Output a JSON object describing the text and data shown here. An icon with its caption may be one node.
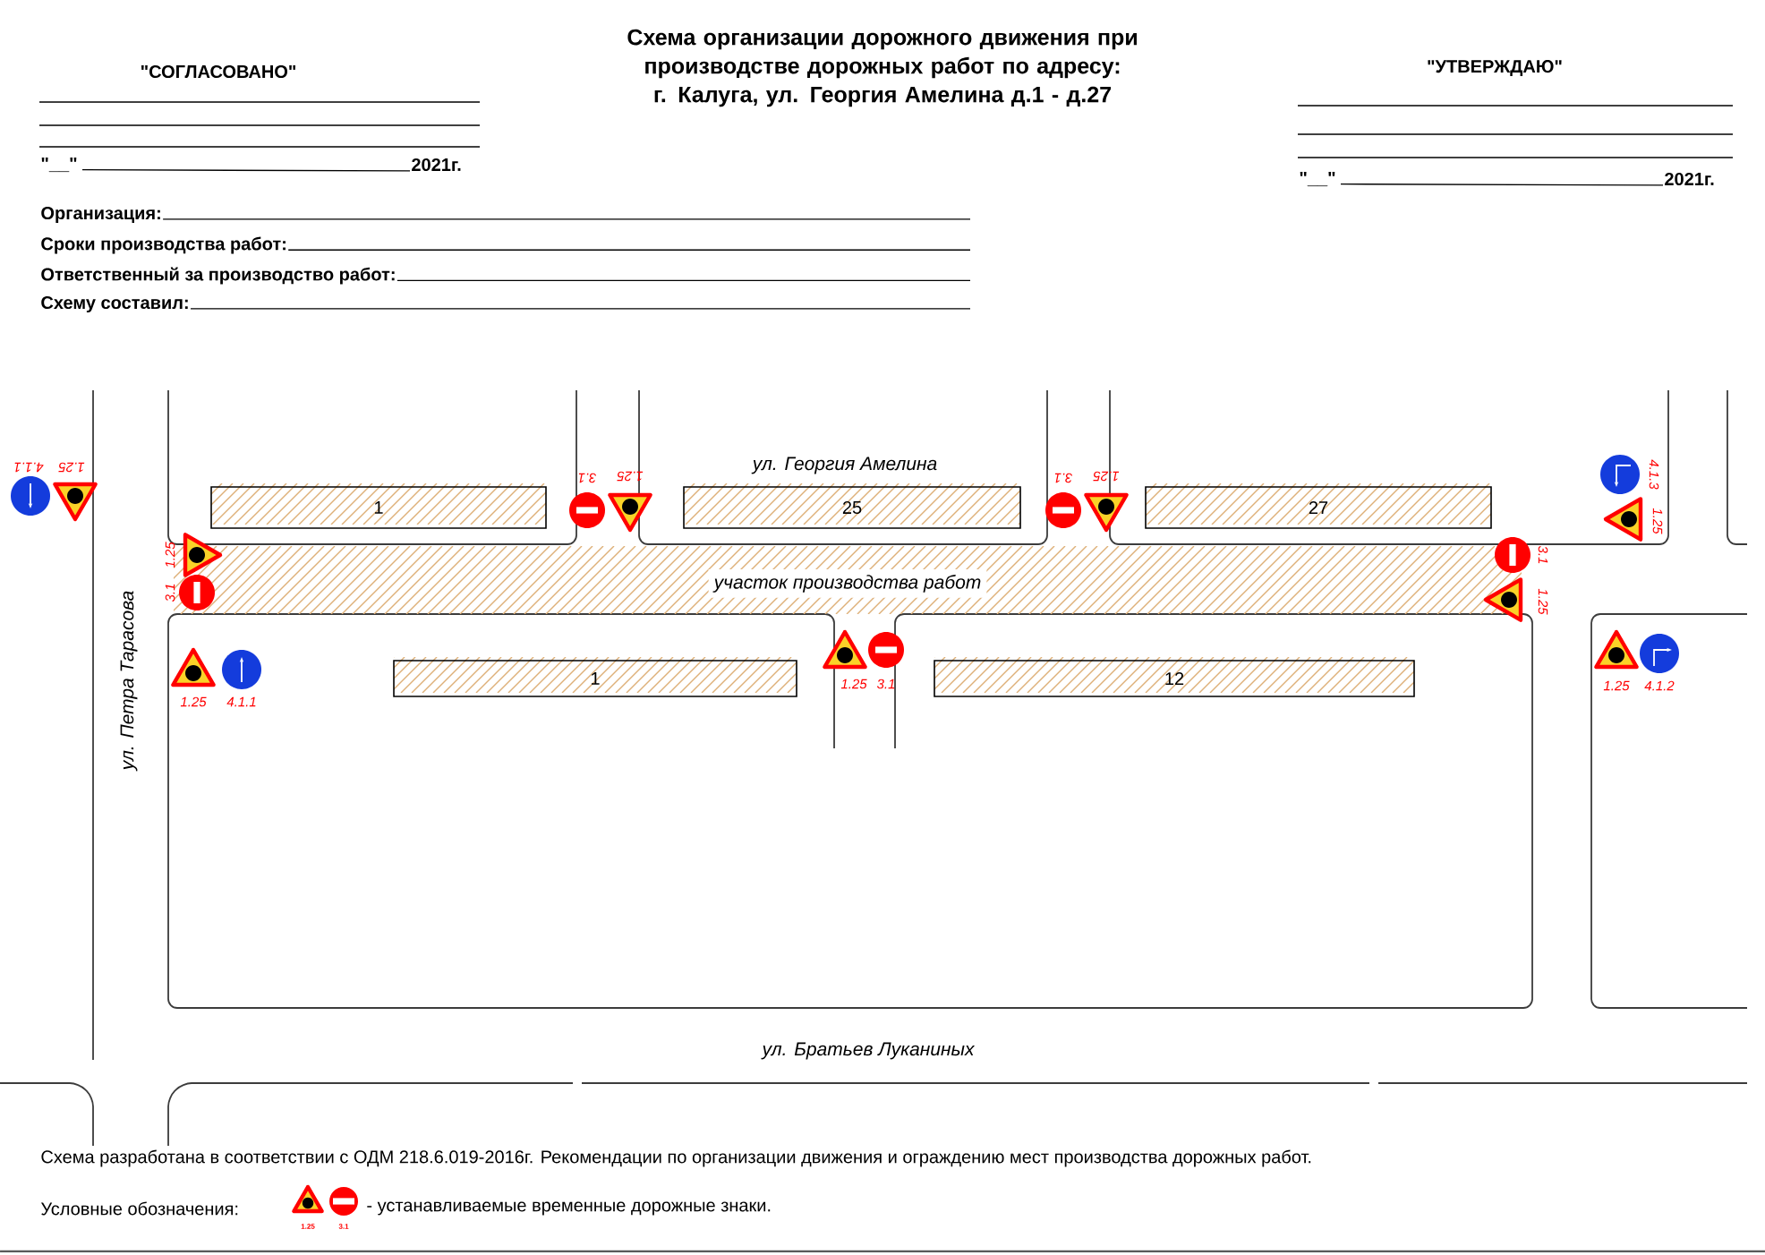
{
  "diagram": {
    "title": "Схема организации дорожного движения при производстве дорожных работ по адресу: г. Калуга, ул. Георгия Амелина д.1 - д.27",
    "nodes": [
      {
        "text": [
          "1"
        ]
      },
      {
        "text": [
          "25"
        ]
      },
      {
        "text": [
          "27"
        ]
      },
      {
        "text": [
          "участок производства работ"
        ]
      },
      {
        "text": [
          "1"
        ]
      },
      {
        "text": [
          "12"
        ]
      }
    ],
    "labels": [
      "\"СОГЛАСОВАНО\"",
      "\"УТВЕРЖДАЮ\"",
      "\"__\"",
      "2021г.",
      "\"__\"",
      "2021г.",
      "Организация:",
      "Сроки производства работ:",
      "Ответственный за производство работ:",
      "Схему составил:",
      "4.1.1",
      "1.25",
      "3.1",
      "1.25",
      "ул. Георгия Амелина",
      "3.1",
      "1.25",
      "4.1.3",
      "1.25",
      "1.25",
      "3.1",
      "3.1",
      "1.25",
      "ул. Петра Тарасова",
      "1.25",
      "4.1.1",
      "1.25",
      "3.1",
      "1.25",
      "4.1.2",
      "ул. Братьев Луканиных",
      "Схема разработана в соответствии с ОДМ 218.6.019-2016г. Рекомендации по организации движения и ограждению мест производства дорожных работ.",
      "Условные обозначения:",
      "1.25",
      "3.1"
    ],
    "legend": [
      {
        "text": "- устанавливаемые временные дорожные знаки."
      }
    ]
  }
}
